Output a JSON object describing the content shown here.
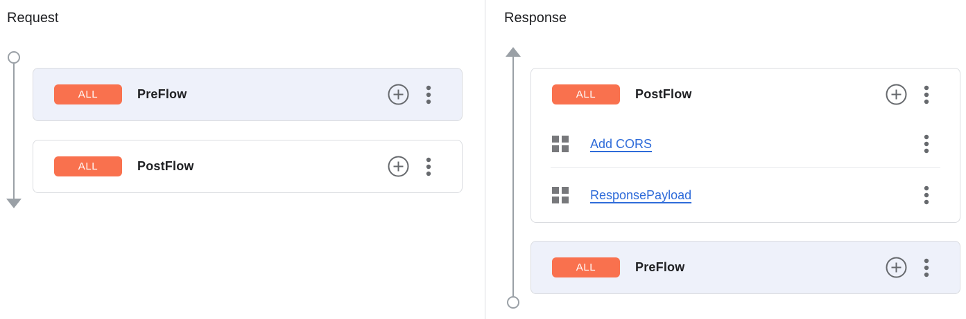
{
  "request": {
    "title": "Request",
    "flows": [
      {
        "badge": "ALL",
        "name": "PreFlow",
        "state": "selected",
        "policies": []
      },
      {
        "badge": "ALL",
        "name": "PostFlow",
        "state": "default",
        "policies": []
      }
    ]
  },
  "response": {
    "title": "Response",
    "flows": [
      {
        "badge": "ALL",
        "name": "PostFlow",
        "state": "default",
        "policies": [
          {
            "label": "Add CORS"
          },
          {
            "label": "ResponsePayload"
          }
        ]
      },
      {
        "badge": "ALL",
        "name": "PreFlow",
        "state": "selected",
        "policies": []
      }
    ]
  },
  "icons": {
    "add_policy": "plus-circle",
    "flow_menu": "more-vert",
    "policy_item": "grid-2x2",
    "request_timeline": "circle-top-arrow-down",
    "response_timeline": "arrow-up-circle-bottom"
  },
  "colors": {
    "badge_bg": "#F9714E",
    "badge_text": "#FFFFFF",
    "selected_flow_bg": "#EEF1FA",
    "card_border": "#DADCE0",
    "link_text": "#2E6BD9",
    "icon_gray": "#66696D",
    "grid_icon_gray": "#77787B",
    "timeline_gray": "#9AA0A6",
    "heading_text": "#202124"
  }
}
